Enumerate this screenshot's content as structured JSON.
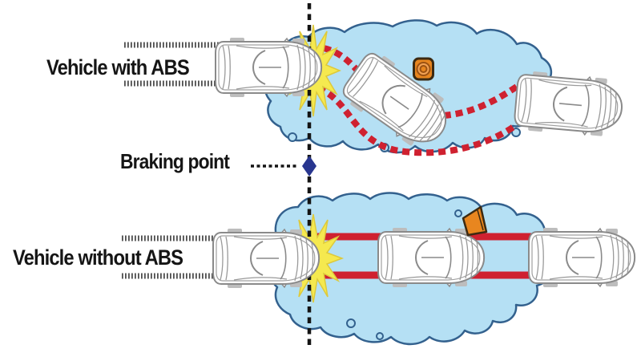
{
  "labels": {
    "with_abs": "Vehicle with ABS",
    "braking_point": "Braking point",
    "without_abs": "Vehicle without ABS"
  },
  "colors": {
    "background": "#ffffff",
    "ice_fill": "#b5e0f4",
    "ice_stroke": "#33618e",
    "skid_red": "#cf2130",
    "track_grey": "#4f4f4f",
    "impact_yellow": "#f5e94f",
    "impact_edge": "#ddc93c",
    "hazard_orange": "#e8861f",
    "hazard_light": "#f2a255",
    "hazard_dark": "#9c5212",
    "hazard_outline": "#3c2a12",
    "marker_navy": "#28368f",
    "line_black": "#141414",
    "car_outline": "#8a8a8a"
  },
  "icons": {
    "impact": "impact-burst-icon",
    "obstacle": "manhole-cover-icon",
    "cone": "traffic-cone-icon",
    "marker": "braking-point-diamond-icon"
  }
}
